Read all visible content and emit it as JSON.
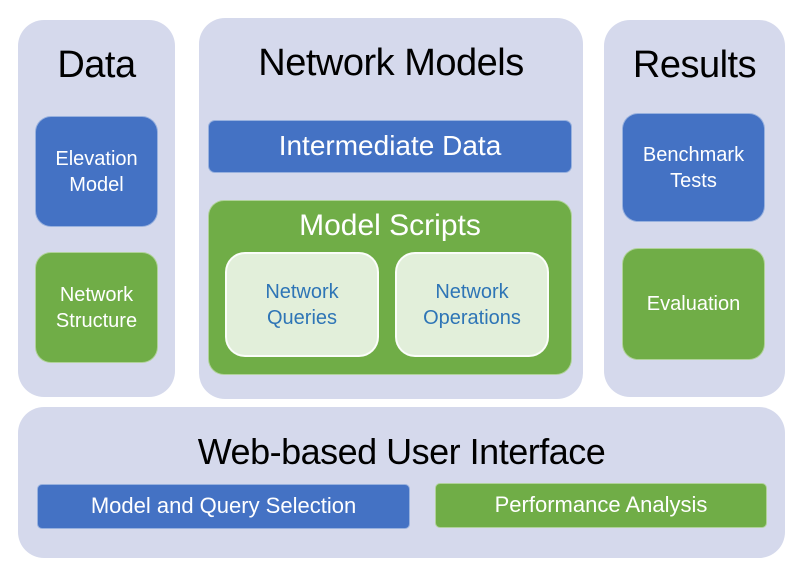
{
  "diagram": {
    "panels": {
      "data": {
        "title": "Data",
        "boxes": [
          {
            "label": "Elevation Model",
            "color": "blue"
          },
          {
            "label": "Network Structure",
            "color": "green"
          }
        ]
      },
      "network_models": {
        "title": "Network Models",
        "intermediate_data_label": "Intermediate Data",
        "model_scripts": {
          "title": "Model Scripts",
          "boxes": [
            {
              "label": "Network Queries"
            },
            {
              "label": "Network Operations"
            }
          ]
        }
      },
      "results": {
        "title": "Results",
        "boxes": [
          {
            "label": "Benchmark Tests",
            "color": "blue"
          },
          {
            "label": "Evaluation",
            "color": "green"
          }
        ]
      },
      "web_ui": {
        "title": "Web-based User Interface",
        "boxes": [
          {
            "label": "Model and Query Selection",
            "color": "blue"
          },
          {
            "label": "Performance Analysis",
            "color": "green"
          }
        ]
      }
    },
    "colors": {
      "panel_background": "#D5D9EC",
      "blue": "#4472C4",
      "green": "#70AD47",
      "light_green": "#E2EFDA",
      "blue_label_text": "#2E75B6",
      "title_text": "#000000",
      "box_label_text": "#FFFFFF",
      "page_background": "#FFFFFF"
    }
  }
}
